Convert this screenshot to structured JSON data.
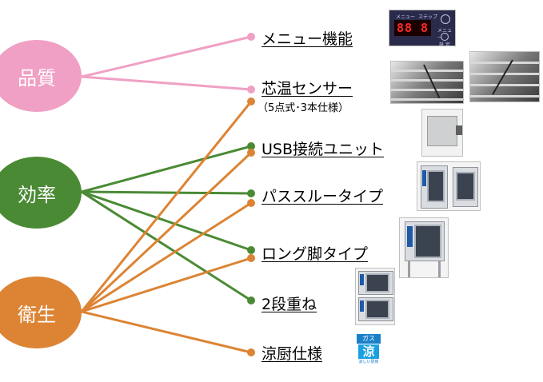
{
  "categories": [
    {
      "id": "quality",
      "label": "品質",
      "color": "#f0a0c4"
    },
    {
      "id": "efficiency",
      "label": "効率",
      "color": "#4a8a34"
    },
    {
      "id": "hygiene",
      "label": "衛生",
      "color": "#dc8434"
    }
  ],
  "features": [
    {
      "id": "menu",
      "label": "メニュー機能"
    },
    {
      "id": "probe",
      "label": "芯温センサー",
      "note": "（5点式･3本仕様）"
    },
    {
      "id": "usb",
      "label": "USB接続ユニット"
    },
    {
      "id": "passthrough",
      "label": "パススルータイプ"
    },
    {
      "id": "longleg",
      "label": "ロング脚タイプ"
    },
    {
      "id": "stack",
      "label": "2段重ね"
    },
    {
      "id": "cool",
      "label": "涼厨仕様"
    }
  ],
  "links": [
    {
      "from": "quality",
      "to": "menu"
    },
    {
      "from": "quality",
      "to": "probe"
    },
    {
      "from": "efficiency",
      "to": "usb"
    },
    {
      "from": "efficiency",
      "to": "passthrough"
    },
    {
      "from": "efficiency",
      "to": "longleg"
    },
    {
      "from": "efficiency",
      "to": "stack"
    },
    {
      "from": "hygiene",
      "to": "probe"
    },
    {
      "from": "hygiene",
      "to": "usb"
    },
    {
      "from": "hygiene",
      "to": "passthrough"
    },
    {
      "from": "hygiene",
      "to": "longleg"
    },
    {
      "from": "hygiene",
      "to": "cool"
    }
  ],
  "images": {
    "menu_panel": {
      "label_menu": "メニュー",
      "label_step": "ステップ",
      "display": "88 8",
      "label_menu2": "メニュー",
      "label_set": "設 定"
    },
    "gas_badge": {
      "top": "ガス",
      "kanji": "涼",
      "foot": "涼しい厨房"
    }
  }
}
